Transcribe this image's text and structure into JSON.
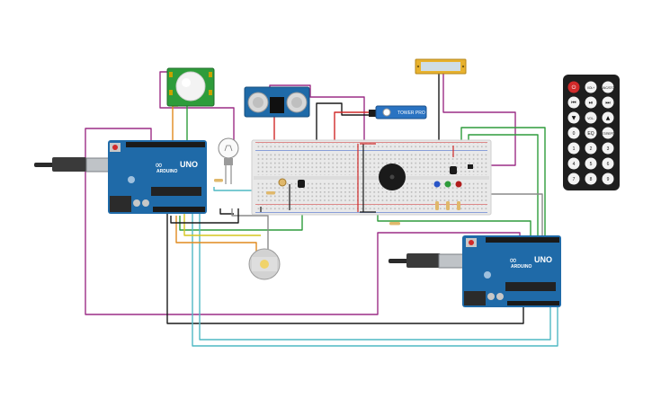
{
  "arduino_left": {
    "model": "UNO",
    "brand": "ARDUINO"
  },
  "arduino_right": {
    "model": "UNO",
    "brand": "ARDUINO"
  },
  "servo": {
    "brand": "TOWER PRO"
  },
  "remote": {
    "buttons": [
      "",
      "VOL+",
      "FUNC/STOP",
      "",
      "",
      "",
      "",
      "VOL-",
      "",
      "0",
      "EQ",
      "ST/REPT",
      "1",
      "2",
      "3",
      "4",
      "5",
      "6",
      "7",
      "8",
      "9"
    ]
  },
  "colors": {
    "wire_purple": "#9c2d86",
    "wire_black": "#1a1a1a",
    "wire_green": "#2e9c3b",
    "wire_cyan": "#4fb8c4",
    "wire_red": "#d12a2a",
    "wire_orange": "#e08a1e",
    "wire_yellow": "#d6c61e",
    "wire_gray": "#8a8a8a",
    "arduino_blue": "#1f6aa8",
    "breadboard": "#e9e9e9"
  }
}
